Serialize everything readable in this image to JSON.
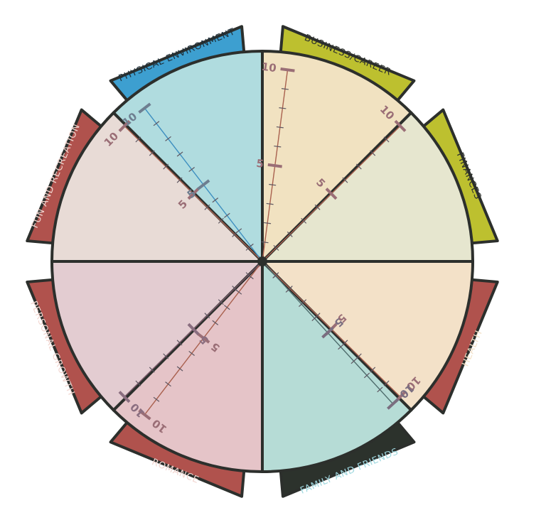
{
  "wheel": {
    "scale": {
      "min": 0,
      "max": 10,
      "labeled_values": [
        5,
        10
      ]
    },
    "colors": {
      "outline": "#2c2f2c",
      "axis_default": "#7a5a5a"
    },
    "segments": [
      {
        "label": "BUSINESS/CAREER",
        "fill": "#f1e2c1",
        "tab_color": "#bdc02f",
        "label_color": "#2c2f2c",
        "axis_color": "#a9614f",
        "scale_color": "#9a6e76"
      },
      {
        "label": "FINANCES",
        "fill": "#e6e6cf",
        "tab_color": "#bdc02f",
        "label_color": "#2c2f2c",
        "axis_color": "#a9614f",
        "scale_color": "#9a6e76"
      },
      {
        "label": "HEALTH",
        "fill": "#f3e1c8",
        "tab_color": "#b0524d",
        "label_color": "#f3e1c8",
        "axis_color": "#a9614f",
        "scale_color": "#9a6e76"
      },
      {
        "label": "FAMILY AND FRIENDS",
        "fill": "#b6dcd6",
        "tab_color": "#2c322c",
        "label_color": "#9fd8df",
        "axis_color": "#4e6c6c",
        "scale_color": "#7a6e80"
      },
      {
        "label": "ROMANCE",
        "fill": "#e5c4c8",
        "tab_color": "#b0524d",
        "label_color": "#f2d6d0",
        "axis_color": "#a9614f",
        "scale_color": "#9a6e76"
      },
      {
        "label": "PERSONAL GROWTH",
        "fill": "#e3ccd1",
        "tab_color": "#b0524d",
        "label_color": "#f2d6d0",
        "axis_color": "#7a5a6a",
        "scale_color": "#8a6e80"
      },
      {
        "label": "FUN AND RECREATION",
        "fill": "#e8dbd6",
        "tab_color": "#b0524d",
        "label_color": "#f2d6d0",
        "axis_color": "#a9614f",
        "scale_color": "#9a6e76"
      },
      {
        "label": "PHYSICAL ENVIRONMENT",
        "fill": "#b0dcdf",
        "tab_color": "#3d9fd0",
        "label_color": "#1d2f3a",
        "axis_color": "#3e8fc0",
        "scale_color": "#6e7e90"
      }
    ]
  }
}
